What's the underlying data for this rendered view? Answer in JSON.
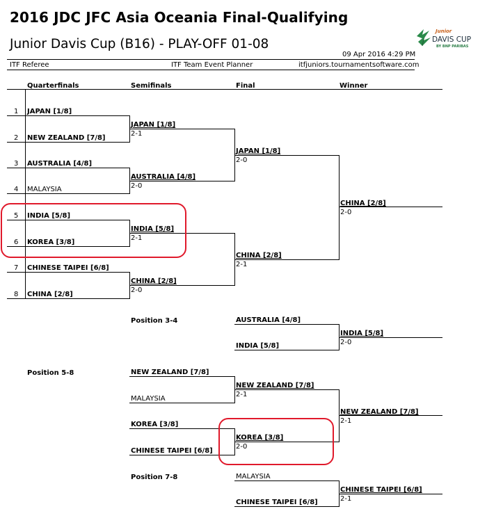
{
  "title": "2016 JDC JFC Asia Oceania Final-Qualifying",
  "subtitle": "Junior Davis Cup (B16) - PLAY-OFF 01-08",
  "timestamp": "09 Apr 2016 4:29 PM",
  "header": {
    "left": "ITF Referee",
    "middle": "ITF Team Event Planner",
    "right": "itfjuniors.tournamentsoftware.com"
  },
  "logo": {
    "brand": "Junior",
    "name": "DAVIS CUP",
    "sponsor": "BY BNP PARIBAS"
  },
  "columns": [
    "Quarterfinals",
    "Semifinals",
    "Final",
    "Winner"
  ],
  "draw": [
    {
      "seed": "1",
      "team": "JAPAN [1/8]"
    },
    {
      "seed": "2",
      "team": "NEW ZEALAND [7/8]"
    },
    {
      "seed": "3",
      "team": "AUSTRALIA [4/8]"
    },
    {
      "seed": "4",
      "team": "MALAYSIA"
    },
    {
      "seed": "5",
      "team": "INDIA [5/8]"
    },
    {
      "seed": "6",
      "team": "KOREA [3/8]"
    },
    {
      "seed": "7",
      "team": "CHINESE TAIPEI [6/8]"
    },
    {
      "seed": "8",
      "team": "CHINA [2/8]"
    }
  ],
  "semifinals": [
    {
      "team": "JAPAN [1/8]",
      "score": "2-1"
    },
    {
      "team": "AUSTRALIA [4/8]",
      "score": "2-0"
    },
    {
      "team": "INDIA [5/8]",
      "score": "2-1"
    },
    {
      "team": "CHINA [2/8]",
      "score": "2-0"
    }
  ],
  "final": [
    {
      "team": "JAPAN [1/8]",
      "score": "2-0"
    },
    {
      "team": "CHINA [2/8]",
      "score": "2-1"
    }
  ],
  "winner": {
    "team": "CHINA [2/8]",
    "score": "2-0"
  },
  "position_3_4": {
    "label": "Position 3-4",
    "teams": [
      "AUSTRALIA [4/8]",
      "INDIA [5/8]"
    ],
    "winner": {
      "team": "INDIA [5/8]",
      "score": "2-0"
    }
  },
  "position_5_8": {
    "label": "Position 5-8",
    "teams": [
      "NEW ZEALAND [7/8]",
      "MALAYSIA",
      "KOREA [3/8]",
      "CHINESE TAIPEI [6/8]"
    ],
    "round2": [
      {
        "team": "NEW ZEALAND [7/8]",
        "score": "2-1"
      },
      {
        "team": "KOREA [3/8]",
        "score": "2-0"
      }
    ],
    "winner": {
      "team": "NEW ZEALAND [7/8]",
      "score": "2-1"
    }
  },
  "position_7_8": {
    "label": "Position 7-8",
    "teams": [
      "MALAYSIA",
      "CHINESE TAIPEI [6/8]"
    ],
    "winner": {
      "team": "CHINESE TAIPEI [6/8]",
      "score": "2-1"
    }
  }
}
